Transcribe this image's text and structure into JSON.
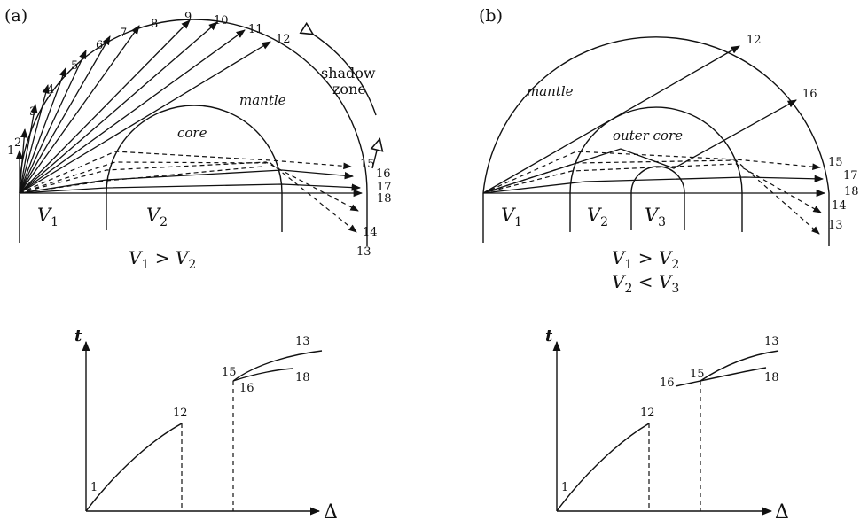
{
  "panels": {
    "a": {
      "label": "(a)",
      "region_mantle": "mantle",
      "region_core": "core",
      "shadow_label_1": "shadow",
      "shadow_label_2": "zone",
      "v1": "V",
      "v1_sub": "1",
      "v2": "V",
      "v2_sub": "2",
      "inequality_1": {
        "a": "V",
        "a_sub": "1",
        "op": " > ",
        "b": "V",
        "b_sub": "2"
      },
      "ray_numbers": [
        "1",
        "2",
        "3",
        "4",
        "5",
        "6",
        "7",
        "8",
        "9",
        "10",
        "11",
        "12",
        "13",
        "14",
        "15",
        "16",
        "17",
        "18"
      ],
      "graph": {
        "t_label": "t",
        "delta_label": "Δ",
        "pt_1": "1",
        "pt_12": "12",
        "pt_15": "15",
        "pt_16": "16",
        "pt_13": "13",
        "pt_18": "18"
      }
    },
    "b": {
      "label": "(b)",
      "region_mantle": "mantle",
      "region_core": "outer core",
      "v1": "V",
      "v1_sub": "1",
      "v2": "V",
      "v2_sub": "2",
      "v3": "V",
      "v3_sub": "3",
      "inequality_1": {
        "a": "V",
        "a_sub": "1",
        "op": " > ",
        "b": "V",
        "b_sub": "2"
      },
      "inequality_2": {
        "a": "V",
        "a_sub": "2",
        "op": " < ",
        "b": "V",
        "b_sub": "3"
      },
      "ray_numbers": [
        "12",
        "16",
        "15",
        "17",
        "18",
        "14",
        "13"
      ],
      "graph": {
        "t_label": "t",
        "delta_label": "Δ",
        "pt_1": "1",
        "pt_12": "12",
        "pt_16": "16",
        "pt_15": "15",
        "pt_13": "13",
        "pt_18": "18"
      }
    }
  }
}
